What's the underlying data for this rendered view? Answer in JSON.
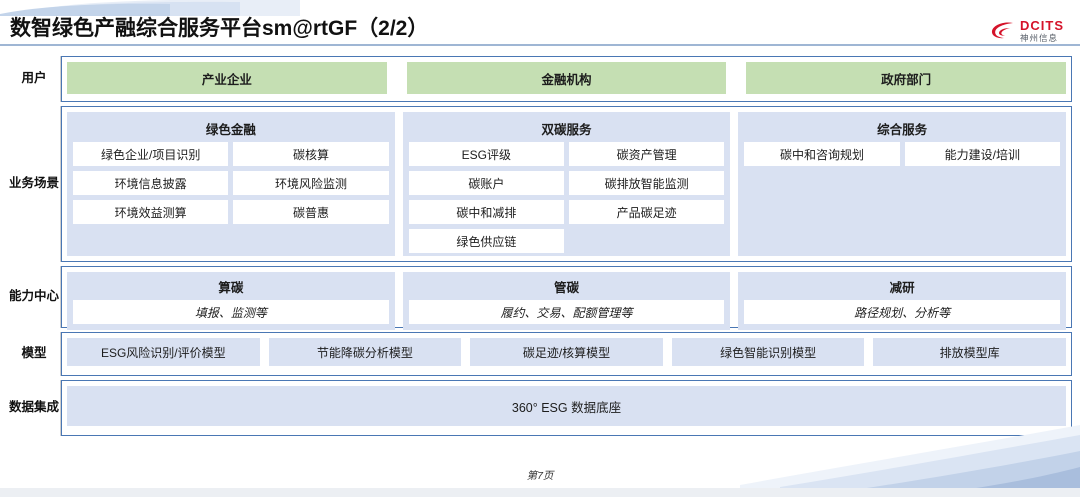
{
  "header": {
    "title": "数智绿色产融综合服务平台sm@rtGF（2/2）",
    "logo_en": "DCITS",
    "logo_cn": "神州信息"
  },
  "rows": {
    "users": {
      "label": "用户",
      "items": [
        "产业企业",
        "金融机构",
        "政府部门"
      ]
    },
    "business": {
      "label": "业务场景",
      "panels": [
        {
          "title": "绿色金融",
          "cells": [
            "绿色企业/项目识别",
            "碳核算",
            "环境信息披露",
            "环境风险监测",
            "环境效益测算",
            "碳普惠"
          ]
        },
        {
          "title": "双碳服务",
          "cells": [
            "ESG评级",
            "碳资产管理",
            "碳账户",
            "碳排放智能监测",
            "碳中和减排",
            "产品碳足迹",
            "绿色供应链"
          ]
        },
        {
          "title": "综合服务",
          "cells": [
            "碳中和咨询规划",
            "能力建设/培训"
          ]
        }
      ]
    },
    "capability": {
      "label": "能力中心",
      "cards": [
        {
          "title": "算碳",
          "sub": "填报、监测等"
        },
        {
          "title": "管碳",
          "sub": "履约、交易、配额管理等"
        },
        {
          "title": "减研",
          "sub": "路径规划、分析等"
        }
      ]
    },
    "model": {
      "label": "模型",
      "items": [
        "ESG风险识别/评价模型",
        "节能降碳分析模型",
        "碳足迹/核算模型",
        "绿色智能识别模型",
        "排放模型库"
      ]
    },
    "data": {
      "label": "数据集成",
      "bar": "360° ESG 数据底座"
    }
  },
  "footer": "第7页",
  "colors": {
    "user_green": "#c5dfb3",
    "panel_blue": "#d9e1f2",
    "border_blue": "#4a77b4",
    "logo_red": "#d5132a"
  }
}
